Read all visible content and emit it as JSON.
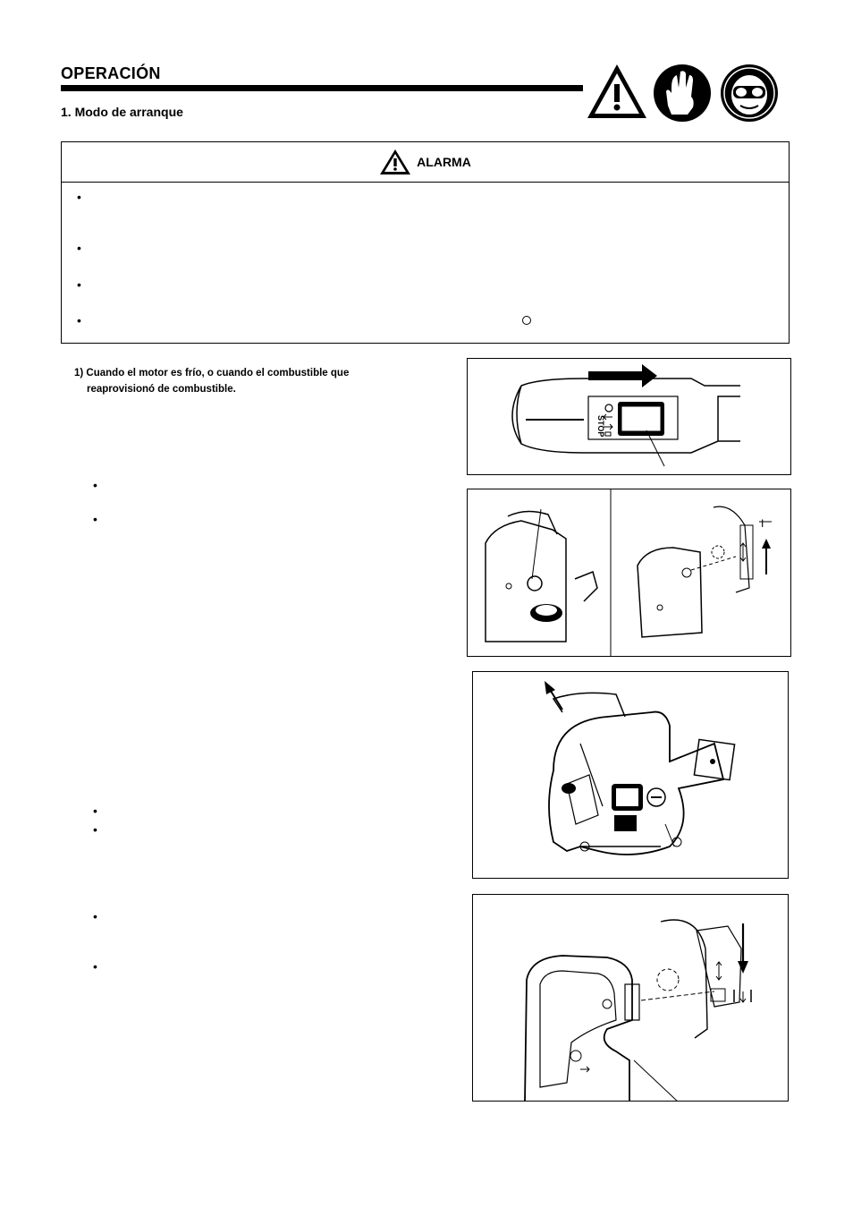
{
  "section": {
    "title": "OPERACIÓN",
    "subtitle": "1. Modo de arranque"
  },
  "safety_icons": [
    "warning-triangle-icon",
    "gloves-icon",
    "face-protection-icon"
  ],
  "warning_box": {
    "title": "ALARMA",
    "bullet_count": 4
  },
  "step1": {
    "line1": "1) Cuando el motor es frío, o cuando el combustible que",
    "line2": "reaprovisionó de combustible."
  },
  "figures": {
    "fig4_label_stop": "STOP",
    "fig5_label_start": "I"
  },
  "colors": {
    "text": "#000000",
    "background": "#ffffff"
  }
}
